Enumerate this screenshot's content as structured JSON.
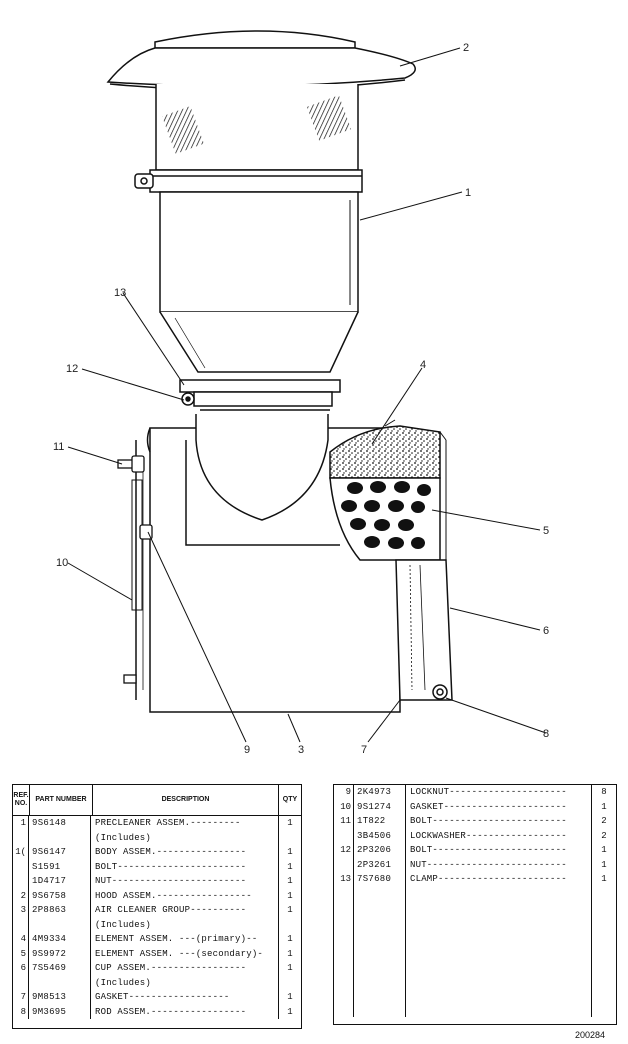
{
  "callouts": [
    "1",
    "2",
    "3",
    "4",
    "5",
    "6",
    "7",
    "8",
    "9",
    "10",
    "11",
    "12",
    "13"
  ],
  "table_left": {
    "headers": {
      "ref": "REF. NO.",
      "part": "PART NUMBER",
      "desc": "DESCRIPTION",
      "qty": "QTY"
    },
    "rows": [
      {
        "ref": "1",
        "part": "9S6148",
        "desc": "PRECLEANER ASSEM.---------",
        "qty": "1"
      },
      {
        "ref": "",
        "part": "",
        "desc": "   (Includes)",
        "qty": ""
      },
      {
        "ref": "1(",
        "part": "9S6147",
        "desc": "   BODY ASSEM.----------------",
        "qty": "1"
      },
      {
        "ref": "",
        "part": "S1591",
        "desc": "   BOLT-----------------------",
        "qty": "1"
      },
      {
        "ref": "",
        "part": "1D4717",
        "desc": "   NUT------------------------",
        "qty": "1"
      },
      {
        "ref": "2",
        "part": "9S6758",
        "desc": "HOOD ASSEM.-----------------",
        "qty": "1"
      },
      {
        "ref": "3",
        "part": "2P8863",
        "desc": "AIR CLEANER GROUP----------",
        "qty": "1"
      },
      {
        "ref": "",
        "part": "",
        "desc": "   (Includes)",
        "qty": ""
      },
      {
        "ref": "4",
        "part": "4M9334",
        "desc": "   ELEMENT ASSEM. ---(primary)--",
        "qty": "1"
      },
      {
        "ref": "5",
        "part": "9S9972",
        "desc": "   ELEMENT ASSEM. ---(secondary)-",
        "qty": "1"
      },
      {
        "ref": "6",
        "part": "7S5469",
        "desc": "   CUP ASSEM.-----------------",
        "qty": "1"
      },
      {
        "ref": "",
        "part": "",
        "desc": "     (Includes)",
        "qty": ""
      },
      {
        "ref": "7",
        "part": "9M8513",
        "desc": "       GASKET------------------",
        "qty": "1"
      },
      {
        "ref": "8",
        "part": "9M3695",
        "desc": "   ROD ASSEM.-----------------",
        "qty": "1"
      }
    ]
  },
  "table_right": {
    "rows": [
      {
        "ref": "9",
        "part": "2K4973",
        "desc": "LOCKNUT---------------------",
        "qty": "8"
      },
      {
        "ref": "10",
        "part": "9S1274",
        "desc": "GASKET----------------------",
        "qty": "1"
      },
      {
        "ref": "11",
        "part": "1T822",
        "desc": "BOLT------------------------",
        "qty": "2"
      },
      {
        "ref": "",
        "part": "3B4506",
        "desc": "LOCKWASHER------------------",
        "qty": "2"
      },
      {
        "ref": "12",
        "part": "2P3206",
        "desc": "BOLT------------------------",
        "qty": "1"
      },
      {
        "ref": "",
        "part": "2P3261",
        "desc": "NUT-------------------------",
        "qty": "1"
      },
      {
        "ref": "13",
        "part": "7S7680",
        "desc": "CLAMP-----------------------",
        "qty": "1"
      }
    ]
  },
  "figure_number": "200284"
}
